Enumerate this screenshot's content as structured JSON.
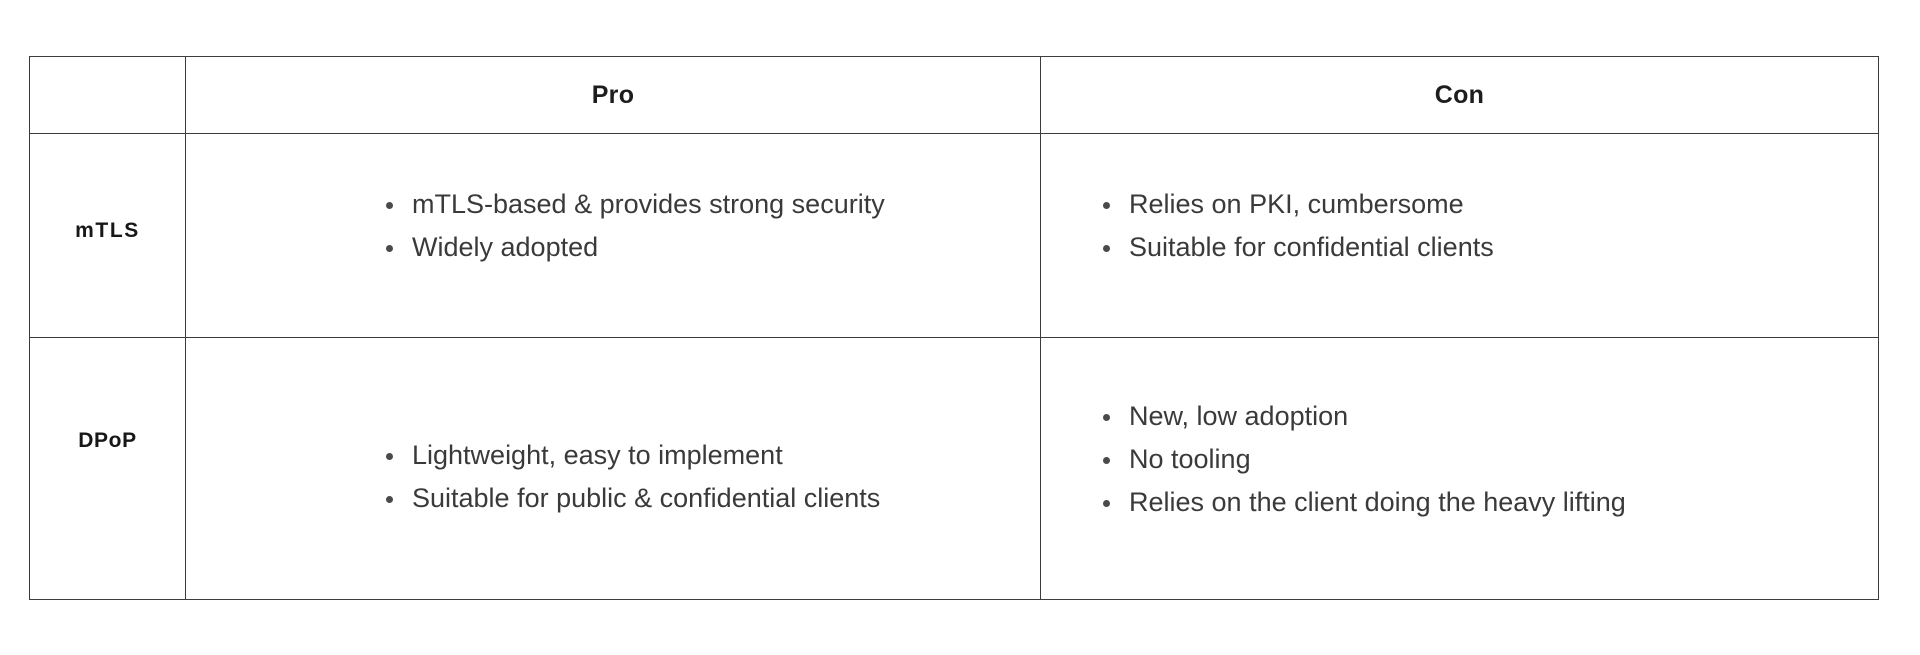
{
  "table": {
    "columns": [
      "",
      "Pro",
      "Con"
    ],
    "column_headers": {
      "blank": "",
      "pro": "Pro",
      "con": "Con"
    },
    "rows": [
      {
        "label": "mTLS",
        "pro": [
          "mTLS-based & provides strong security",
          "Widely adopted"
        ],
        "con": [
          "Relies on PKI, cumbersome",
          "Suitable for confidential clients"
        ]
      },
      {
        "label": "DPoP",
        "pro": [
          "Lightweight, easy to implement",
          "Suitable for public & confidential clients"
        ],
        "con": [
          "New, low adoption",
          "No tooling",
          "Relies on the client doing the heavy lifting"
        ]
      }
    ]
  },
  "style": {
    "page_background": "#ffffff",
    "border_color": "#3c3c3c",
    "header_text_color": "#1d1d1d",
    "body_text_color": "#3a3a3a",
    "bullet_color": "#4a4a4a"
  }
}
